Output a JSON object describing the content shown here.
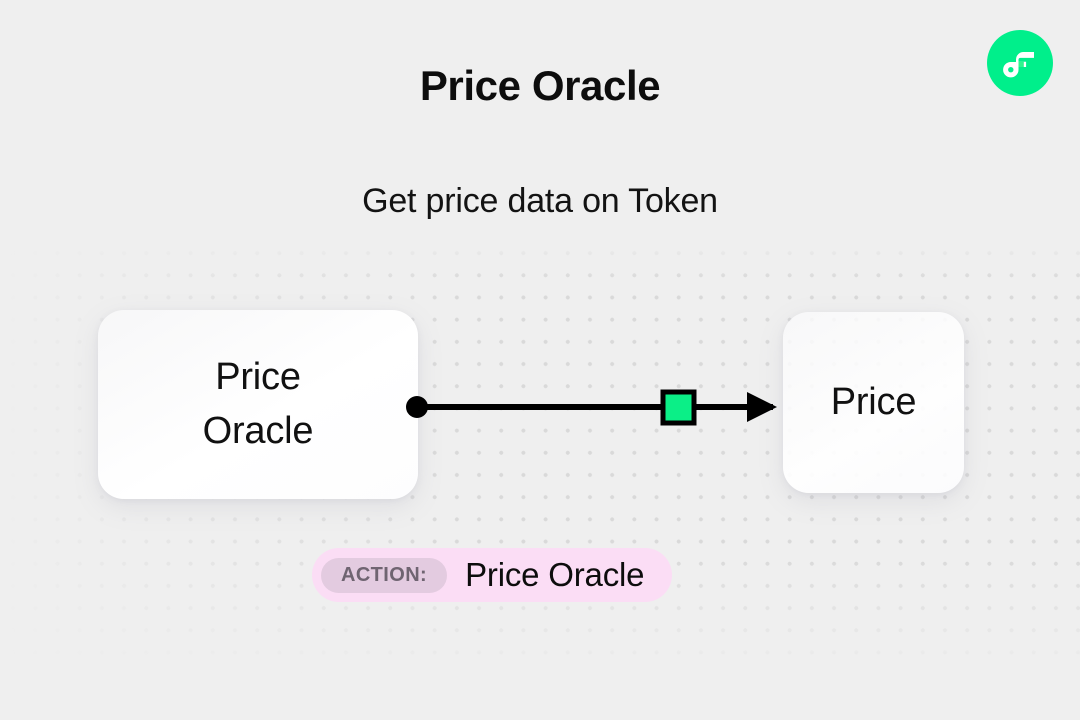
{
  "header": {
    "title": "Price Oracle",
    "subtitle": "Get price data on Token",
    "logo_icon": "flow-logo-icon",
    "logo_color": "#00ef8b"
  },
  "diagram": {
    "source_node": {
      "label_line_1": "Price",
      "label_line_2": "Oracle"
    },
    "target_node": {
      "label": "Price"
    },
    "connector": {
      "start_dot_icon": "connector-start-dot-icon",
      "marker_icon": "connector-green-square-icon",
      "marker_color": "#0bef87",
      "arrow_icon": "connector-arrow-head-icon",
      "line_color": "#000000"
    }
  },
  "action_badge": {
    "tag_label": "ACTION:",
    "value": "Price Oracle",
    "background_color": "#fbddf5",
    "tag_background_color": "#e3cbe0",
    "tag_text_color": "#6f6471"
  },
  "canvas": {
    "background_color": "#efefef",
    "dot_color": "#d9d9d9"
  }
}
